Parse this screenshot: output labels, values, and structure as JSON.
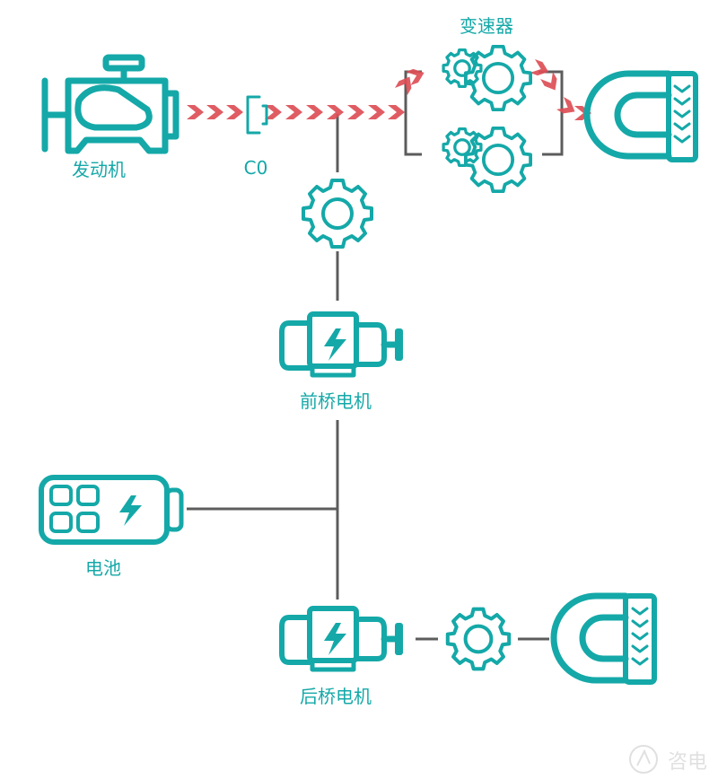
{
  "labels": {
    "engine": "发动机",
    "clutch": "C0",
    "transmission": "变速器",
    "front_motor": "前桥电机",
    "battery": "电池",
    "rear_motor": "后桥电机"
  },
  "watermark": {
    "text": "咨电"
  },
  "colors": {
    "component": "#15a8a8",
    "shaft": "#5c5c5c",
    "power_flow": "#dd4e56"
  },
  "icons": {
    "engine": "engine-icon",
    "clutch": "clutch-icon",
    "transmission": "gear-pair-icon",
    "front_wheel": "wheel-icon",
    "front_gear": "gear-icon",
    "front_motor": "electric-motor-icon",
    "battery": "battery-icon",
    "rear_motor": "electric-motor-icon",
    "rear_gear": "gear-icon",
    "rear_wheel": "wheel-icon"
  }
}
